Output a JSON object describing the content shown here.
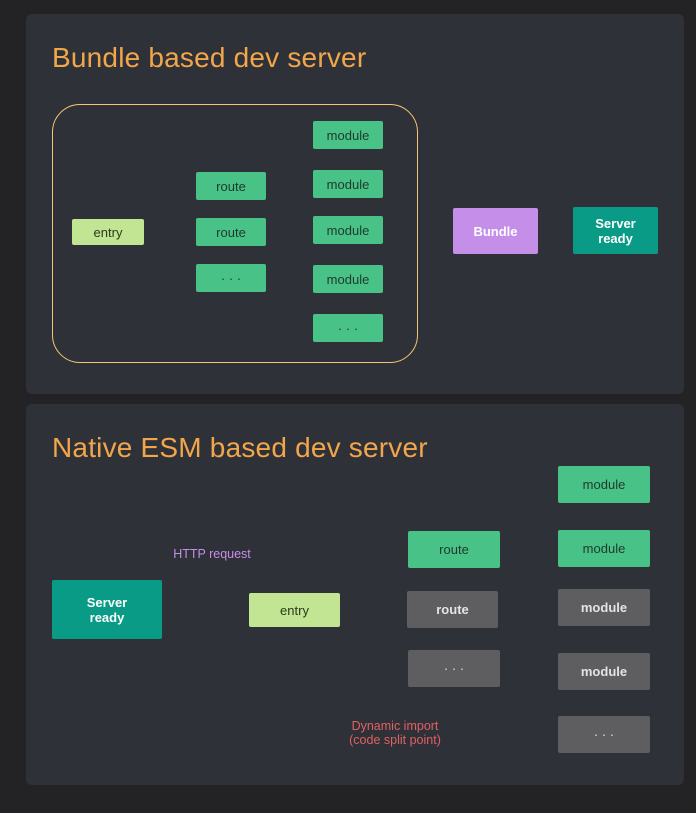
{
  "bundle": {
    "title": "Bundle based dev server",
    "entry": "entry",
    "routes": [
      "route",
      "route",
      "· · ·"
    ],
    "modules": [
      "module",
      "module",
      "module",
      "module",
      "· · ·"
    ],
    "bundle": "Bundle",
    "server_ready": "Server\nready"
  },
  "esm": {
    "title": "Native ESM based dev server",
    "server_ready": "Server\nready",
    "entry": "entry",
    "routes": [
      "route",
      "route",
      "· · ·"
    ],
    "modules": [
      "module",
      "module",
      "module",
      "module",
      "· · ·"
    ],
    "http_request": "HTTP request",
    "dynamic_import": "Dynamic import\n(code split point)"
  },
  "colors": {
    "bg": "#232326",
    "panel": "#2f3139",
    "title": "#f2a64a",
    "arrow_red": "#e05a5a",
    "arrow_orange": "#f6b950",
    "arrow_purple": "#c58ee9",
    "arrow_gray": "#9a9a9a",
    "caption_purple": "#c68de6",
    "caption_red": "#e06060"
  }
}
